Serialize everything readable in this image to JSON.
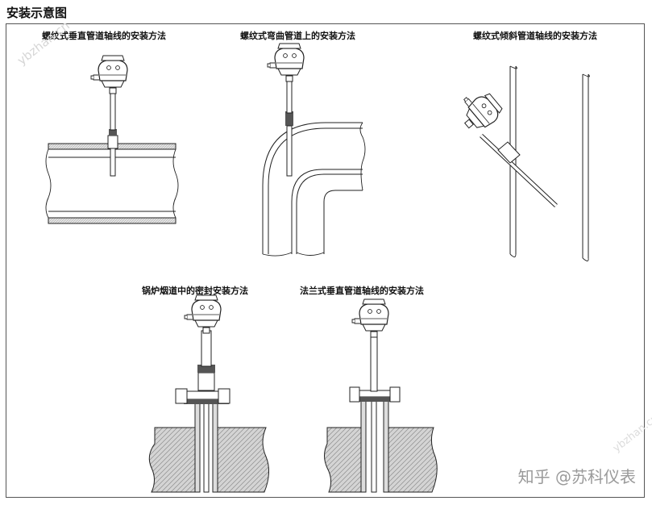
{
  "page_title": "安装示意图",
  "captions": {
    "vertical_thread": "螺纹式垂直管道轴线的安装方法",
    "elbow_thread": "螺纹式弯曲管道上的安装方法",
    "inclined_thread": "螺纹式倾斜管道轴线的安装方法",
    "boiler_flue": "锅炉烟道中的密封安装方法",
    "flange_vertical": "法兰式垂直管道轴线的安装方法"
  },
  "watermarks": {
    "corner": "知乎 @苏科仪表",
    "diagonal": "ybzhan.cn",
    "diagonal_2": "ybzhan.cn"
  }
}
